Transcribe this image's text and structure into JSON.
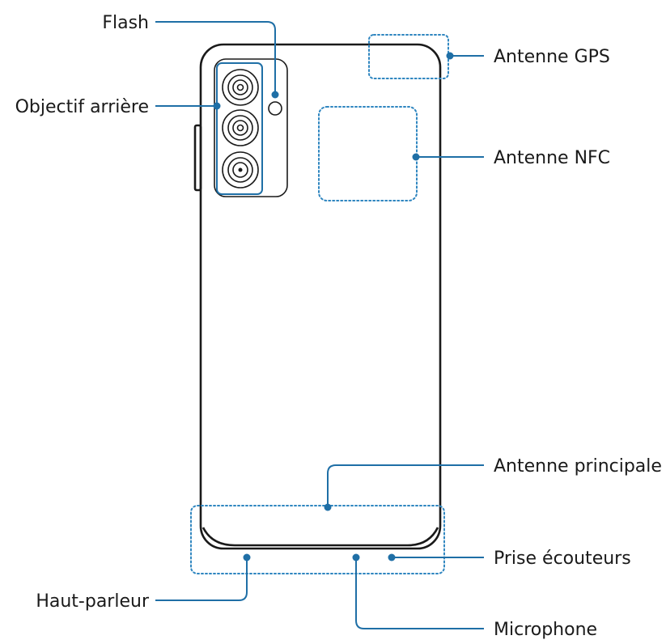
{
  "colors": {
    "callout": "#1f6fa6",
    "outline": "#1a1a1a"
  },
  "labels": {
    "flash": "Flash",
    "rear_camera": "Objectif arrière",
    "gps_antenna": "Antenne GPS",
    "nfc_antenna": "Antenne NFC",
    "main_antenna": "Antenne principale",
    "headset_jack": "Prise écouteurs",
    "speaker": "Haut-parleur",
    "microphone": "Microphone"
  }
}
